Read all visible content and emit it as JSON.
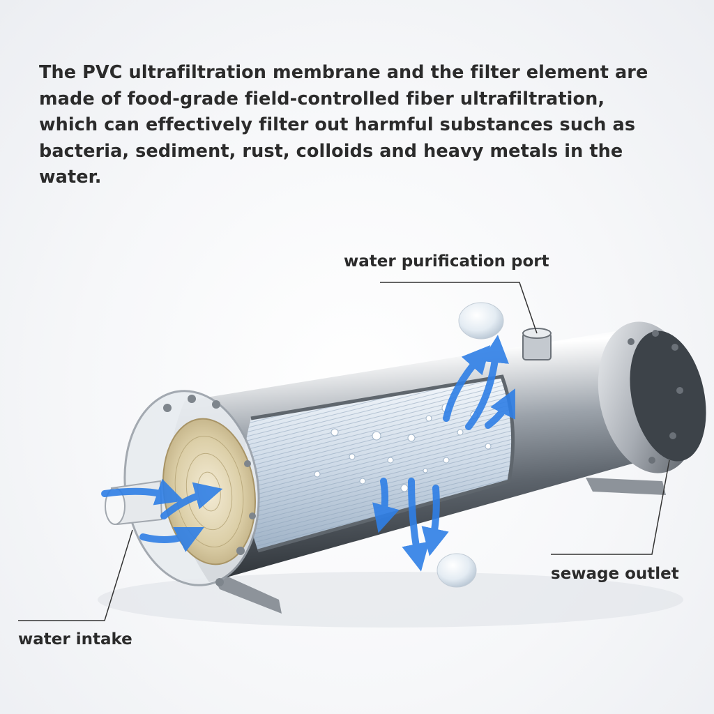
{
  "description": "The PVC ultrafiltration membrane and the filter element are made of food-grade field-controlled fiber ultrafiltration, which can effectively filter out harmful substances such as bacteria, sediment, rust, colloids and heavy metals in the water.",
  "labels": {
    "purification_port": "water purification port",
    "sewage_outlet": "sewage outlet",
    "water_intake": "water intake"
  },
  "colors": {
    "flow_arrow": "#2f7fe6",
    "text": "#2b2b2b",
    "steel": "#9aa0a8",
    "membrane": "#d2ddea"
  }
}
